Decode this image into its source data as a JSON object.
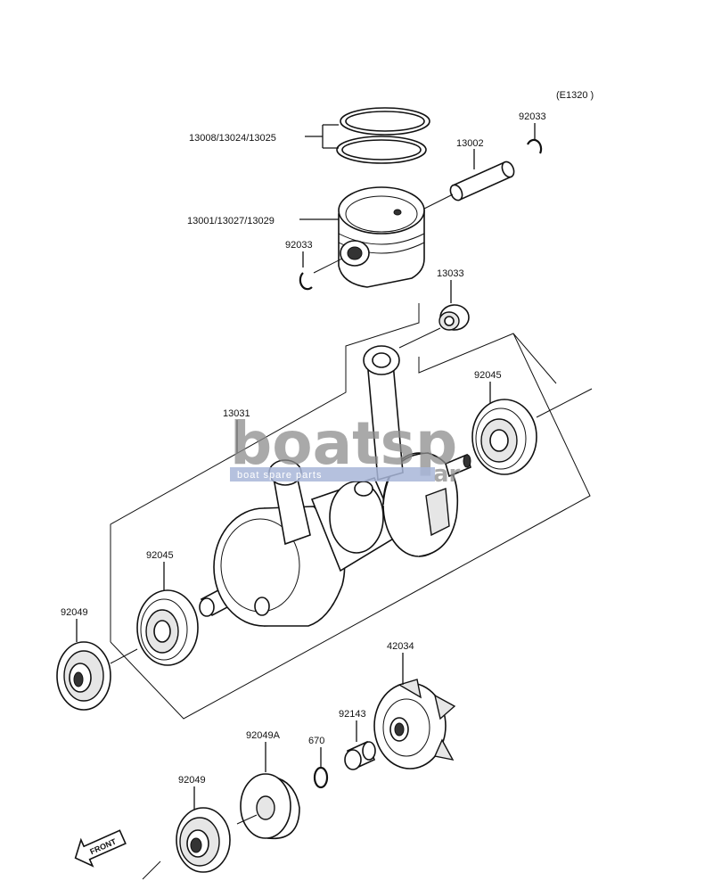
{
  "diagram_code": "(E1320 )",
  "labels": {
    "rings": "13008/13024/13025",
    "pin": "13002",
    "clip_top": "92033",
    "piston": "13001/13027/13029",
    "clip_left": "92033",
    "needle_bearing": "13033",
    "bearing_right": "92045",
    "crankshaft": "13031",
    "bearing_left": "92045",
    "seal_left": "92049",
    "impeller": "42034",
    "collar": "92143",
    "oring": "670",
    "seal_a": "92049A",
    "seal_bottom": "92049"
  },
  "front_label": "FRONT",
  "watermark": {
    "text": "boatsp",
    "suffix": "ar",
    "tagline": "boat spare parts"
  }
}
